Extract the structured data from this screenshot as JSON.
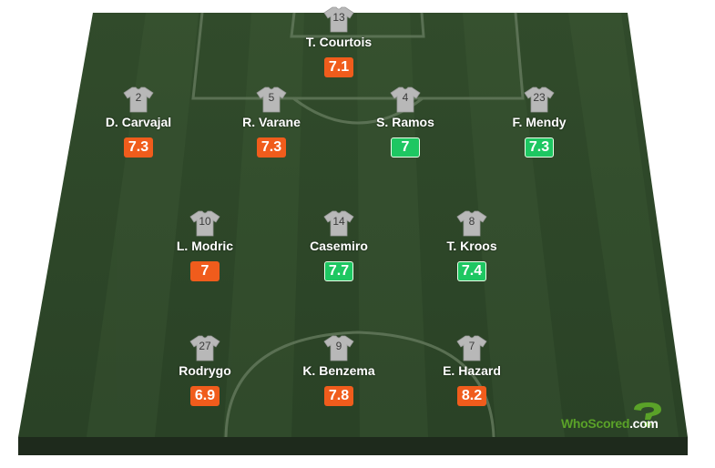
{
  "brand": {
    "name": "WhoScored",
    "suffix": ".com"
  },
  "colors": {
    "pitch": "#2f4a2a",
    "rating_low": "#f05c1c",
    "rating_high": "#1ec762",
    "shirt": "#b8b8b8"
  },
  "formation": {
    "goalkeeper": [
      {
        "number": "13",
        "name": "T. Courtois",
        "rating": "7.1",
        "rating_color": "orange"
      }
    ],
    "defenders": [
      {
        "number": "2",
        "name": "D. Carvajal",
        "rating": "7.3",
        "rating_color": "orange"
      },
      {
        "number": "5",
        "name": "R. Varane",
        "rating": "7.3",
        "rating_color": "orange"
      },
      {
        "number": "4",
        "name": "S. Ramos",
        "rating": "7",
        "rating_color": "green"
      },
      {
        "number": "23",
        "name": "F. Mendy",
        "rating": "7.3",
        "rating_color": "green"
      }
    ],
    "midfielders": [
      {
        "number": "10",
        "name": "L. Modric",
        "rating": "7",
        "rating_color": "orange"
      },
      {
        "number": "14",
        "name": "Casemiro",
        "rating": "7.7",
        "rating_color": "green"
      },
      {
        "number": "8",
        "name": "T. Kroos",
        "rating": "7.4",
        "rating_color": "green"
      }
    ],
    "forwards": [
      {
        "number": "27",
        "name": "Rodrygo",
        "rating": "6.9",
        "rating_color": "orange"
      },
      {
        "number": "9",
        "name": "K. Benzema",
        "rating": "7.8",
        "rating_color": "orange"
      },
      {
        "number": "7",
        "name": "E. Hazard",
        "rating": "8.2",
        "rating_color": "orange"
      }
    ]
  }
}
